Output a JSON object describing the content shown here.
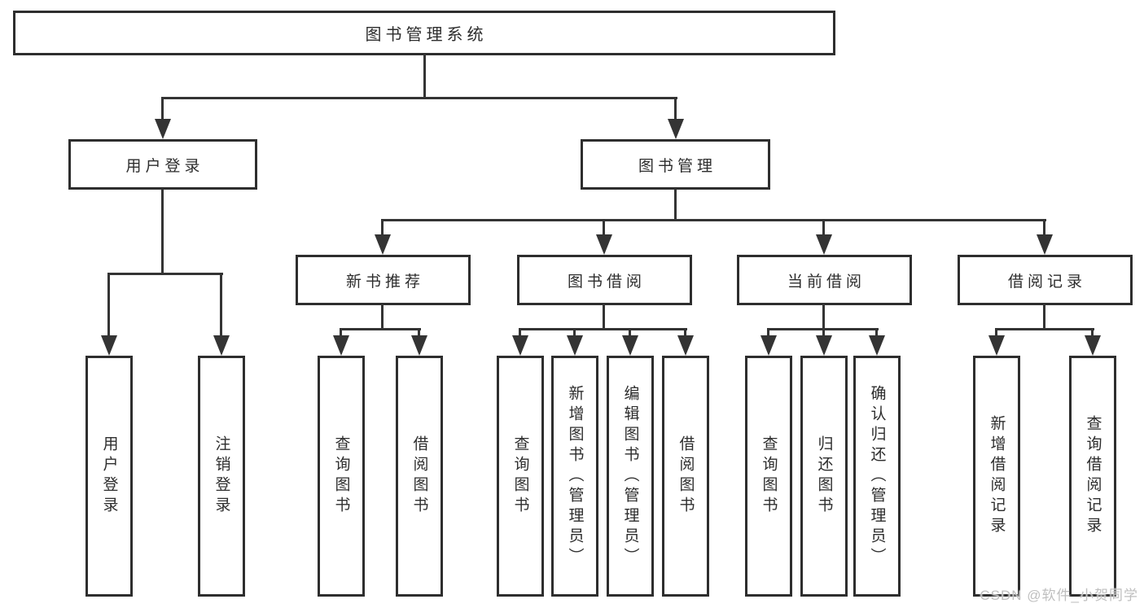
{
  "diagram": {
    "root": "图书管理系统",
    "level2": [
      "用户登录",
      "图书管理"
    ],
    "level3": [
      "新书推荐",
      "图书借阅",
      "当前借阅",
      "借阅记录"
    ],
    "leaves": {
      "login": [
        "用户登录",
        "注销登录"
      ],
      "recommend": [
        "查询图书",
        "借阅图书"
      ],
      "borrow": [
        "查询图书",
        "新增图书（管理员）",
        "编辑图书（管理员）",
        "借阅图书"
      ],
      "current": [
        "查询图书",
        "归还图书",
        "确认归还（管理员）"
      ],
      "records": [
        "新增借阅记录",
        "查询借阅记录"
      ]
    }
  },
  "watermark": "CSDN @软件_小贺同学",
  "colors": {
    "line": "#343434",
    "border": "#2e2e2e",
    "text": "#2d2d2d",
    "watermark": "#bfbfbf",
    "background": "#ffffff"
  }
}
